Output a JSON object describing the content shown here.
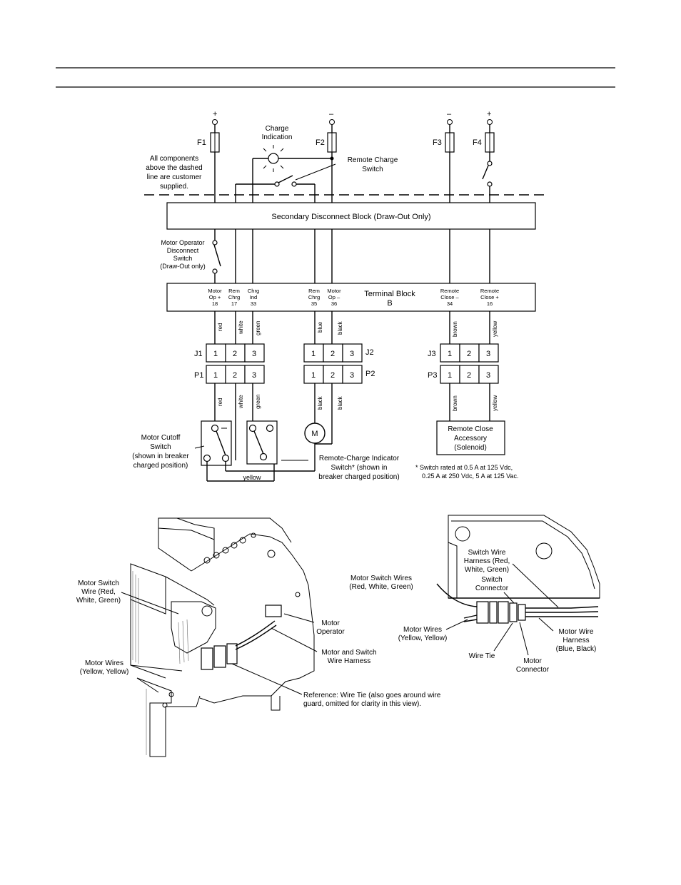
{
  "schematic": {
    "supply_polarity": {
      "f1": "+",
      "f2": "–",
      "f3": "–",
      "f4": "+"
    },
    "fuses": {
      "f1": "F1",
      "f2": "F2",
      "f3": "F3",
      "f4": "F4"
    },
    "charge_indication": [
      "Charge",
      "Indication"
    ],
    "remote_charge_switch": [
      "Remote Charge",
      "Switch"
    ],
    "customer_note": [
      "All components",
      "above the dashed",
      "line are customer",
      "supplied."
    ],
    "secondary_block": "Secondary Disconnect Block (Draw-Out Only)",
    "motor_operator_disconnect": [
      "Motor Operator",
      "Disconnect",
      "Switch",
      "(Draw-Out only)"
    ],
    "terminal_block": {
      "title": "Terminal Block",
      "sub": "B"
    },
    "terminals": {
      "t18": [
        "Motor",
        "Op +",
        "18"
      ],
      "t17": [
        "Rem",
        "Chrg",
        "17"
      ],
      "t33": [
        "Chrg",
        "Ind",
        "33"
      ],
      "t35": [
        "Rem",
        "Chrg",
        "35"
      ],
      "t36": [
        "Motor",
        "Op –",
        "36"
      ],
      "t34": [
        "Remote",
        "Close –",
        "34"
      ],
      "t16": [
        "Remote",
        "Close +",
        "16"
      ]
    },
    "wires": {
      "red": "red",
      "white": "white",
      "green": "green",
      "blue": "blue",
      "black": "black",
      "brown": "brown",
      "yellow": "yellow"
    },
    "connectors": {
      "j1": "J1",
      "p1": "P1",
      "j2": "J2",
      "p2": "P2",
      "j3": "J3",
      "p3": "P3"
    },
    "pins": {
      "one": "1",
      "two": "2",
      "three": "3"
    },
    "motor": "M",
    "motor_cutoff": [
      "Motor Cutoff",
      "Switch",
      "(shown in breaker",
      "charged position)"
    ],
    "remote_charge_indicator": [
      "Remote-Charge Indicator",
      "Switch* (shown in",
      "breaker charged position)"
    ],
    "remote_close_accessory": [
      "Remote Close",
      "Accessory",
      "(Solenoid)"
    ],
    "footnote": [
      "* Switch rated at 0.5 A at 125 Vdc,",
      "0.25 A at 250 Vdc, 5 A at 125 Vac."
    ]
  },
  "left_illustration": {
    "motor_switch_wire": [
      "Motor Switch",
      "Wire (Red,",
      "White, Green)"
    ],
    "motor_wires": [
      "Motor Wires",
      "(Yellow, Yellow)"
    ],
    "motor_operator": [
      "Motor",
      "Operator"
    ],
    "harness": [
      "Motor and Switch",
      "Wire Harness"
    ],
    "reference": [
      "Reference: Wire Tie (also goes around wire",
      "guard, omitted for clarity in this view)."
    ]
  },
  "right_illustration": {
    "switch_harness": [
      "Switch Wire",
      "Harness (Red,",
      "White, Green)"
    ],
    "motor_switch_wires": [
      "Motor Switch Wires",
      "(Red, White, Green)"
    ],
    "switch_connector": [
      "Switch",
      "Connector"
    ],
    "motor_wires": [
      "Motor Wires",
      "(Yellow, Yellow)"
    ],
    "motor_wire_harness": [
      "Motor Wire",
      "Harness",
      "(Blue, Black)"
    ],
    "wire_tie": "Wire Tie",
    "motor_connector": [
      "Motor",
      "Connector"
    ]
  }
}
